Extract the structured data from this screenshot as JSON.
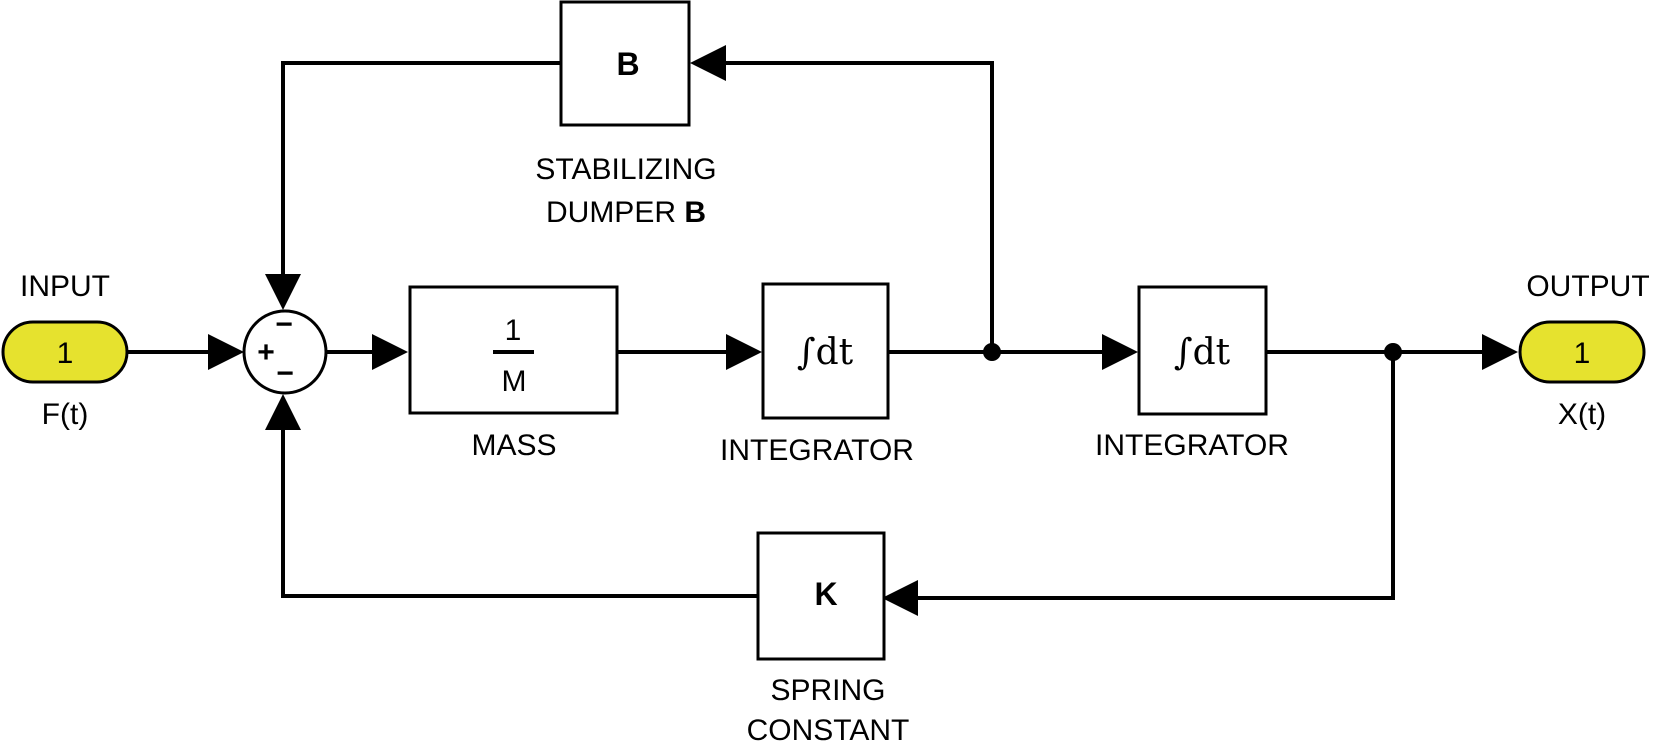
{
  "input_port": {
    "number": "1",
    "title": "INPUT",
    "signal": "F(t)"
  },
  "output_port": {
    "number": "1",
    "title": "OUTPUT",
    "signal": "X(t)"
  },
  "sum_block": {
    "signs": [
      "−",
      "+",
      "−"
    ]
  },
  "mass_block": {
    "numerator": "1",
    "denominator": "M",
    "label": "MASS"
  },
  "integrator_1": {
    "expr": "∫dt",
    "label": "INTEGRATOR"
  },
  "integrator_2": {
    "expr": "∫dt",
    "label": "INTEGRATOR"
  },
  "damper_block": {
    "symbol": "B",
    "label_line1": "STABILIZING",
    "label_line2_text": "DUMPER ",
    "label_line2_bold": "B"
  },
  "spring_block": {
    "symbol": "K",
    "label_line1": "SPRING",
    "label_line2": "CONSTANT"
  },
  "colors": {
    "port_fill": "#e6e22e",
    "line": "#000000",
    "background": "#ffffff"
  }
}
